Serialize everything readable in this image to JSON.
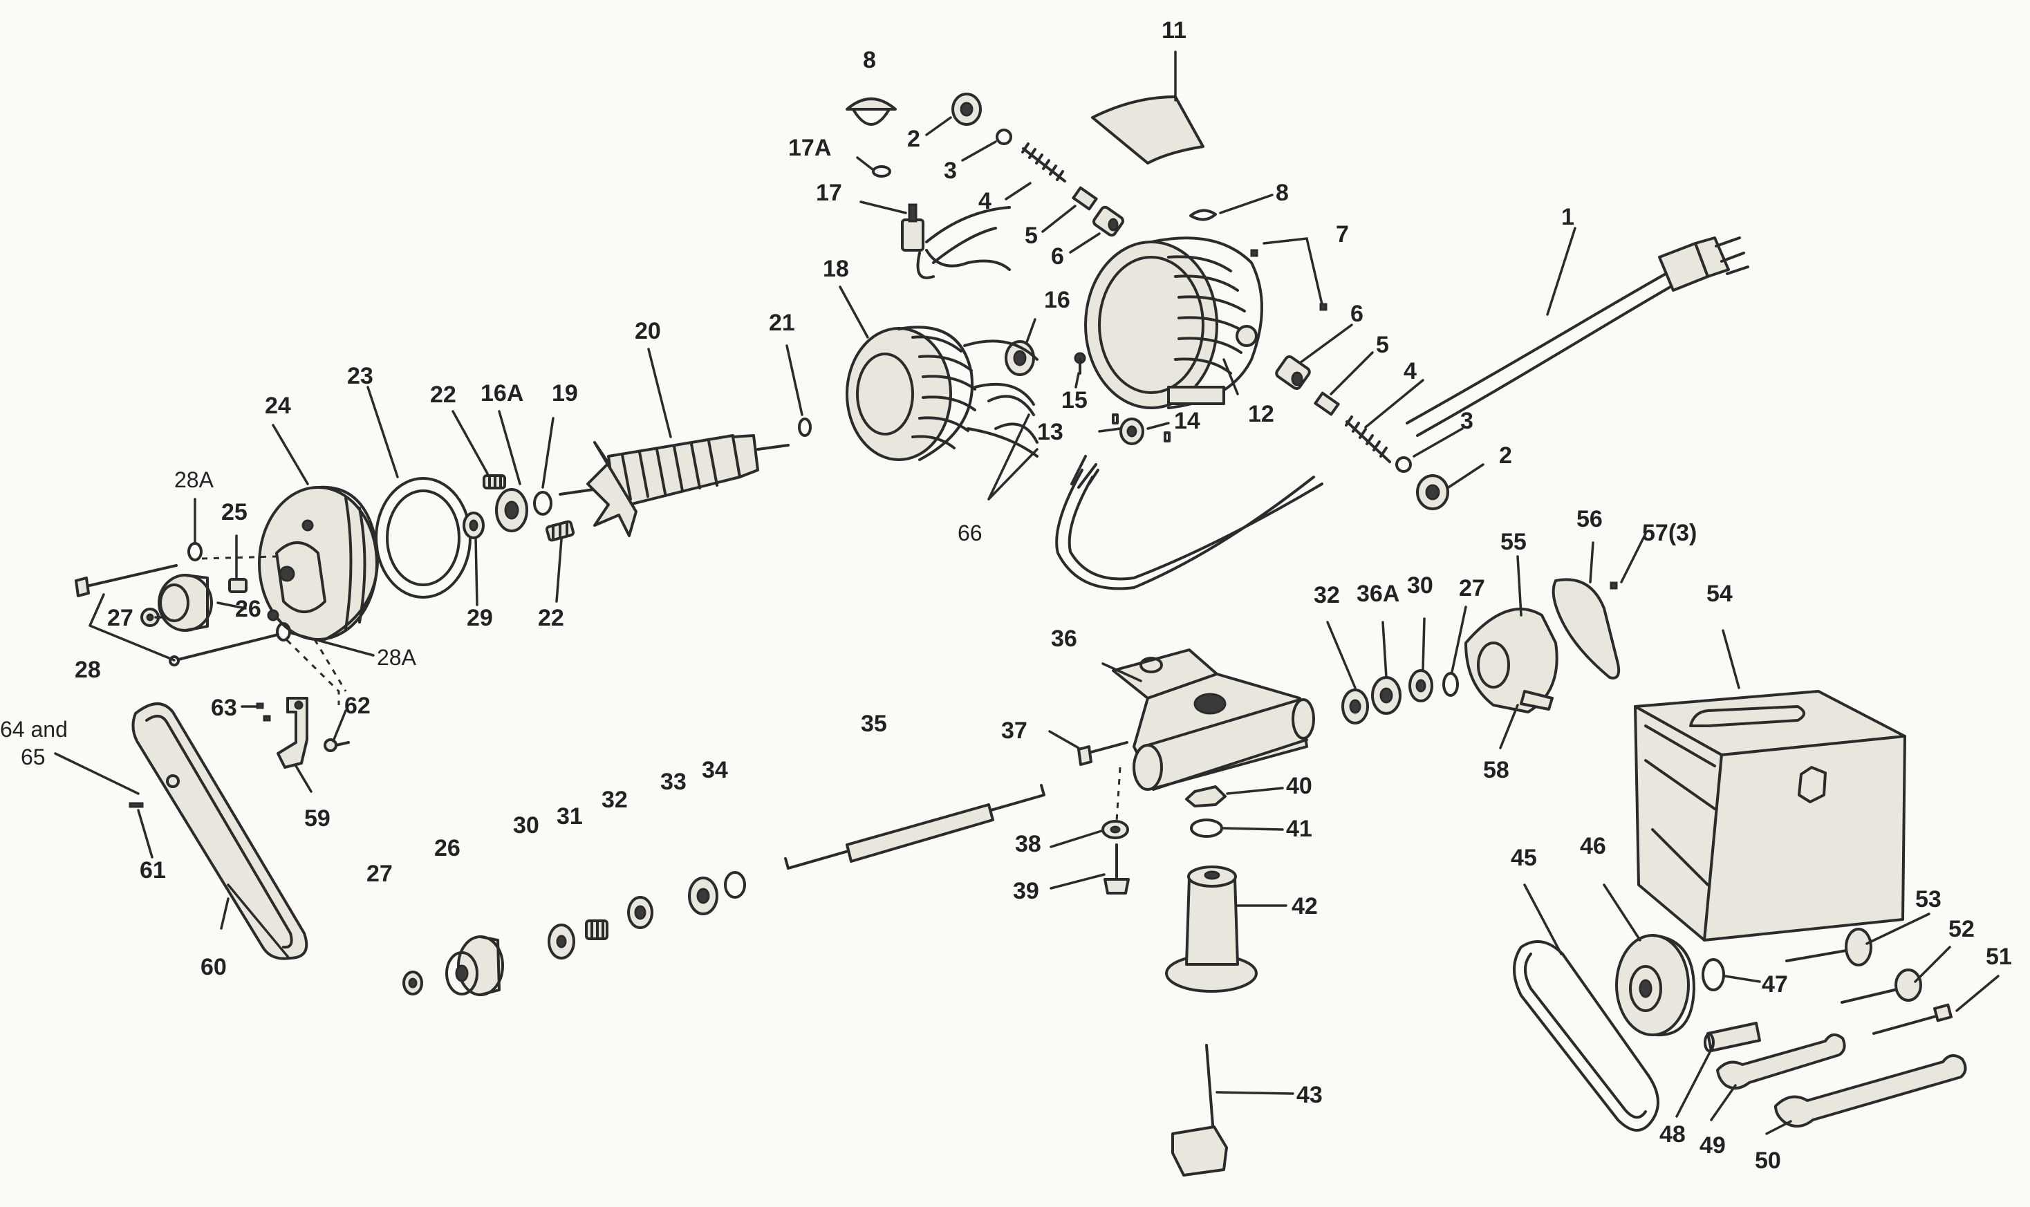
{
  "callouts": {
    "c1": "1",
    "c2a": "2",
    "c2b": "2",
    "c3a": "3",
    "c3b": "3",
    "c4a": "4",
    "c4b": "4",
    "c5a": "5",
    "c5b": "5",
    "c6a": "6",
    "c6b": "6",
    "c7": "7",
    "c8a": "8",
    "c8b": "8",
    "c11": "11",
    "c12": "12",
    "c13": "13",
    "c14": "14",
    "c15": "15",
    "c16": "16",
    "c16a": "16A",
    "c17": "17",
    "c17a": "17A",
    "c18": "18",
    "c19": "19",
    "c20": "20",
    "c21": "21",
    "c22a": "22",
    "c22b": "22",
    "c23": "23",
    "c24": "24",
    "c25": "25",
    "c26a": "26",
    "c26b": "26",
    "c27a": "27",
    "c27b": "27",
    "c27c": "27",
    "c28": "28",
    "c28a1": "28A",
    "c28a2": "28A",
    "c29": "29",
    "c30a": "30",
    "c30b": "30",
    "c31": "31",
    "c32a": "32",
    "c32b": "32",
    "c33": "33",
    "c34": "34",
    "c35": "35",
    "c36": "36",
    "c36a": "36A",
    "c37": "37",
    "c38": "38",
    "c39": "39",
    "c40": "40",
    "c41": "41",
    "c42": "42",
    "c43": "43",
    "c45": "45",
    "c46": "46",
    "c47": "47",
    "c48": "48",
    "c49": "49",
    "c50": "50",
    "c51": "51",
    "c52": "52",
    "c53": "53",
    "c54": "54",
    "c55": "55",
    "c56": "56",
    "c57": "57(3)",
    "c58": "58",
    "c59": "59",
    "c60": "60",
    "c61": "61",
    "c62": "62",
    "c63": "63",
    "c64a": "64 and",
    "c64b": "65",
    "c66": "66"
  },
  "colors": {
    "ink": "#2b2b2b",
    "paper": "#fbfaf7",
    "shade": "#e9e6de"
  }
}
